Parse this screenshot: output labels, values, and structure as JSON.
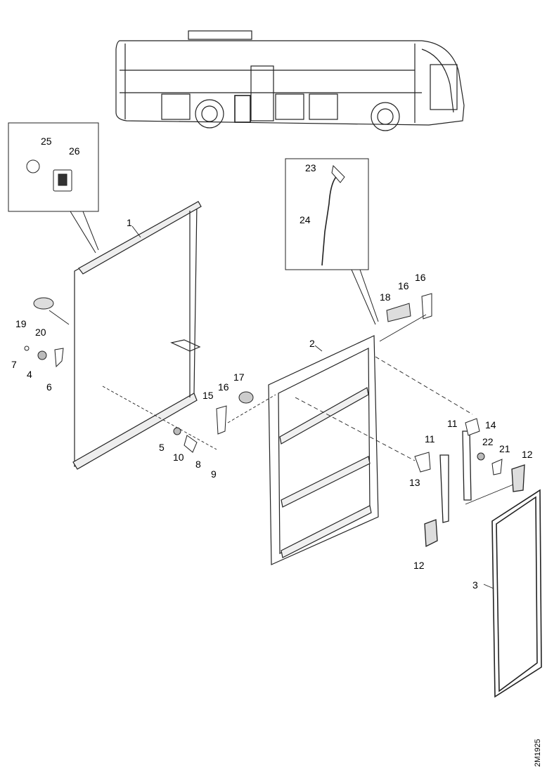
{
  "diagram": {
    "drawing_id": "2M1925",
    "part_labels": [
      {
        "id": "p1",
        "text": "1"
      },
      {
        "id": "p2",
        "text": "2"
      },
      {
        "id": "p3",
        "text": "3"
      },
      {
        "id": "p4",
        "text": "4"
      },
      {
        "id": "p5",
        "text": "5"
      },
      {
        "id": "p6",
        "text": "6"
      },
      {
        "id": "p7",
        "text": "7"
      },
      {
        "id": "p8",
        "text": "8"
      },
      {
        "id": "p9",
        "text": "9"
      },
      {
        "id": "p10",
        "text": "10"
      },
      {
        "id": "p11a",
        "text": "11"
      },
      {
        "id": "p11b",
        "text": "11"
      },
      {
        "id": "p12a",
        "text": "12"
      },
      {
        "id": "p12b",
        "text": "12"
      },
      {
        "id": "p13",
        "text": "13"
      },
      {
        "id": "p14",
        "text": "14"
      },
      {
        "id": "p15",
        "text": "15"
      },
      {
        "id": "p16a",
        "text": "16"
      },
      {
        "id": "p16b",
        "text": "16"
      },
      {
        "id": "p16c",
        "text": "16"
      },
      {
        "id": "p17",
        "text": "17"
      },
      {
        "id": "p18",
        "text": "18"
      },
      {
        "id": "p19",
        "text": "19"
      },
      {
        "id": "p20",
        "text": "20"
      },
      {
        "id": "p21",
        "text": "21"
      },
      {
        "id": "p22",
        "text": "22"
      },
      {
        "id": "p23",
        "text": "23"
      },
      {
        "id": "p24",
        "text": "24"
      },
      {
        "id": "p25",
        "text": "25"
      },
      {
        "id": "p26",
        "text": "26"
      }
    ]
  }
}
